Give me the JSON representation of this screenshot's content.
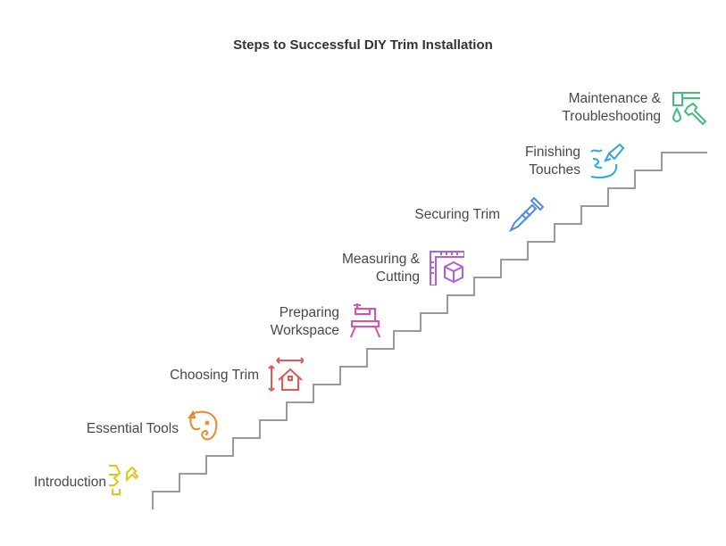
{
  "title": "Steps to Successful DIY Trim Installation",
  "steps": [
    {
      "label": "Introduction",
      "icon": "nail-gun-icon",
      "color": "#e3c51a"
    },
    {
      "label": "Essential Tools",
      "icon": "elephant-icon",
      "color": "#e8892e"
    },
    {
      "label": "Choosing Trim",
      "icon": "house-measure-icon",
      "color": "#e35757"
    },
    {
      "label": "Preparing Workspace",
      "label_lines": [
        "Preparing",
        "Workspace"
      ],
      "icon": "sewing-table-icon",
      "color": "#e04fa8"
    },
    {
      "label": "Measuring & Cutting",
      "label_lines": [
        "Measuring &",
        "Cutting"
      ],
      "icon": "ruler-cube-icon",
      "color": "#b25ee0"
    },
    {
      "label": "Securing Trim",
      "icon": "screw-icon",
      "color": "#4f8ae8"
    },
    {
      "label": "Finishing Touches",
      "label_lines": [
        "Finishing",
        "Touches"
      ],
      "icon": "paintbrush-icon",
      "color": "#2aa8e0"
    },
    {
      "label": "Maintenance & Troubleshooting",
      "label_lines": [
        "Maintenance &",
        "Troubleshooting"
      ],
      "icon": "faucet-wrench-icon",
      "color": "#3cc07a"
    }
  ],
  "stair_color": "#999999"
}
